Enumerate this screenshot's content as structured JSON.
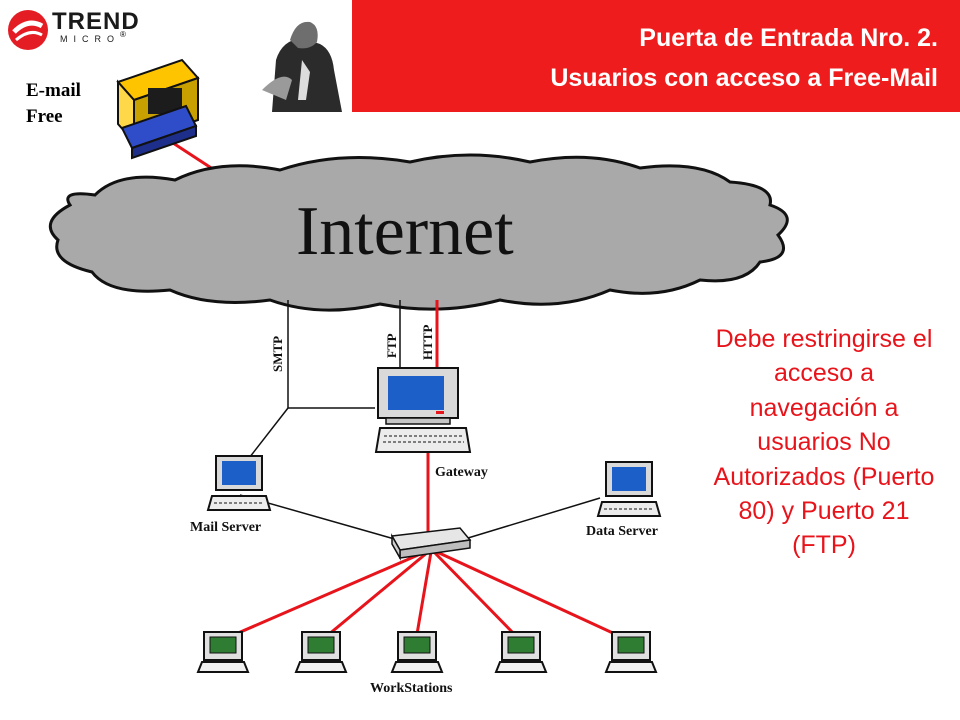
{
  "header": {
    "title_line1": "Puerta de Entrada Nro.  2.",
    "title_line2": "Usuarios con acceso a Free-Mail"
  },
  "logo": {
    "brand": "TREND",
    "sub": "MICRO",
    "registered": "®"
  },
  "email_server": {
    "line1": "E-mail",
    "line2": "Free"
  },
  "cloud": {
    "label": "Internet"
  },
  "protocols": {
    "smtp": "SMTP",
    "ftp": "FTP",
    "http": "HTTP"
  },
  "nodes": {
    "gateway": "Gateway",
    "mail_server": "Mail Server",
    "data_server": "Data Server",
    "workstations": "WorkStations"
  },
  "note": {
    "text": "Debe restringirse el acceso a navegación a usuarios No Autorizados (Puerto 80) y Puerto 21 (FTP)"
  },
  "colors": {
    "header_red": "#ee1c1c",
    "cloud_gray": "#a9a9a9",
    "link_red": "#e8141b",
    "note_red": "#e8141b"
  }
}
